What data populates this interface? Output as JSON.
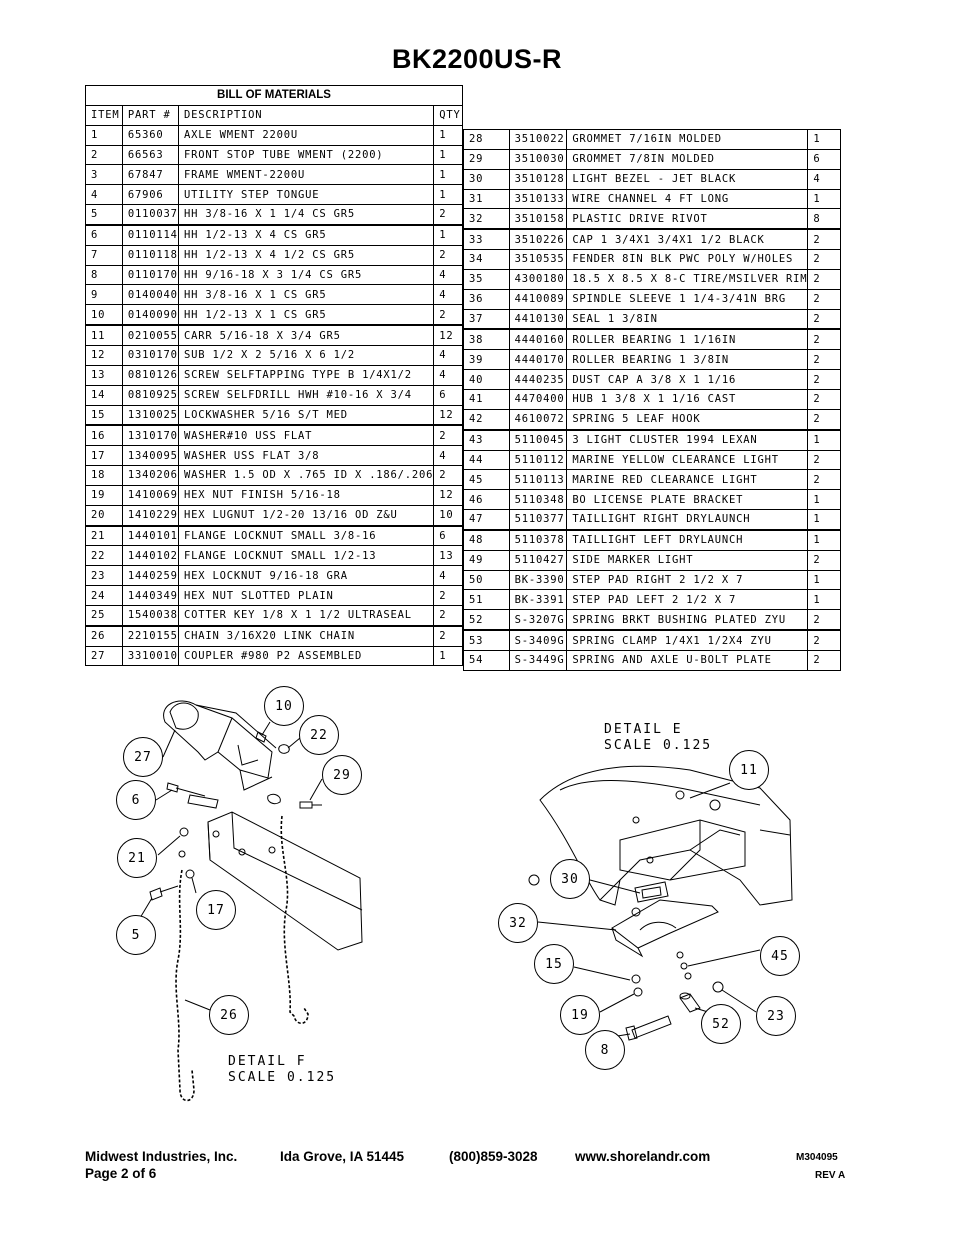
{
  "title": "BK2200US-R",
  "bom": {
    "heading": "BILL OF MATERIALS",
    "columns": [
      "ITEM",
      "PART #",
      "DESCRIPTION",
      "QTY"
    ],
    "left_rows": [
      [
        "1",
        "65360",
        "AXLE WMENT 2200U",
        "1"
      ],
      [
        "2",
        "66563",
        "FRONT STOP TUBE WMENT (2200)",
        "1"
      ],
      [
        "3",
        "67847",
        "FRAME WMENT-2200U",
        "1"
      ],
      [
        "4",
        "67906",
        "UTILITY STEP TONGUE",
        "1"
      ],
      [
        "5",
        "0110037",
        "HH 3/8-16 X 1 1/4 CS GR5",
        "2"
      ],
      [
        "6",
        "0110114",
        "HH 1/2-13 X 4 CS GR5",
        "1"
      ],
      [
        "7",
        "0110118",
        "HH 1/2-13 X 4 1/2 CS GR5",
        "2"
      ],
      [
        "8",
        "0110170",
        "HH 9/16-18 X 3 1/4 CS GR5",
        "4"
      ],
      [
        "9",
        "0140040",
        "HH 3/8-16 X 1 CS GR5",
        "4"
      ],
      [
        "10",
        "0140090",
        "HH 1/2-13 X 1 CS GR5",
        "2"
      ],
      [
        "11",
        "0210055",
        "CARR 5/16-18 X 3/4 GR5",
        "12"
      ],
      [
        "12",
        "0310170",
        "SUB 1/2 X 2 5/16 X 6 1/2",
        "4"
      ],
      [
        "13",
        "0810126",
        "SCREW SELFTAPPING TYPE B 1/4X1/2",
        "4"
      ],
      [
        "14",
        "0810925",
        "SCREW SELFDRILL HWH #10-16 X 3/4",
        "6"
      ],
      [
        "15",
        "1310025",
        "LOCKWASHER 5/16 S/T MED",
        "12"
      ],
      [
        "16",
        "1310170",
        "WASHER#10 USS FLAT",
        "2"
      ],
      [
        "17",
        "1340095",
        "WASHER USS FLAT 3/8",
        "4"
      ],
      [
        "18",
        "1340206",
        "WASHER 1.5 OD X .765 ID X .186/.206",
        "2"
      ],
      [
        "19",
        "1410069",
        "HEX NUT FINISH 5/16-18",
        "12"
      ],
      [
        "20",
        "1410229",
        "HEX LUGNUT 1/2-20 13/16 OD Z&U",
        "10"
      ],
      [
        "21",
        "1440101",
        "FLANGE LOCKNUT SMALL 3/8-16",
        "6"
      ],
      [
        "22",
        "1440102",
        "FLANGE LOCKNUT SMALL 1/2-13",
        "13"
      ],
      [
        "23",
        "1440259",
        "HEX LOCKNUT 9/16-18 GRA",
        "4"
      ],
      [
        "24",
        "1440349",
        "HEX NUT SLOTTED PLAIN",
        "2"
      ],
      [
        "25",
        "1540038",
        "COTTER KEY 1/8 X 1 1/2 ULTRASEAL",
        "2"
      ],
      [
        "26",
        "2210155",
        "CHAIN 3/16X20 LINK CHAIN",
        "2"
      ],
      [
        "27",
        "3310010",
        "COUPLER #980 P2 ASSEMBLED",
        "1"
      ]
    ],
    "right_rows": [
      [
        "28",
        "3510022",
        "GROMMET  7/16IN MOLDED",
        "1"
      ],
      [
        "29",
        "3510030",
        "GROMMET  7/8IN MOLDED",
        "6"
      ],
      [
        "30",
        "3510128",
        "LIGHT BEZEL - JET BLACK",
        "4"
      ],
      [
        "31",
        "3510133",
        "WIRE CHANNEL 4 FT LONG",
        "1"
      ],
      [
        "32",
        "3510158",
        "PLASTIC DRIVE RIVOT",
        "8"
      ],
      [
        "33",
        "3510226",
        "CAP 1 3/4X1 3/4X1 1/2 BLACK",
        "2"
      ],
      [
        "34",
        "3510535",
        "FENDER  8IN BLK PWC POLY W/HOLES",
        "2"
      ],
      [
        "35",
        "4300180",
        "18.5 X 8.5 X 8-C TIRE/MSILVER RIM",
        "2"
      ],
      [
        "36",
        "4410089",
        "SPINDLE SLEEVE  1 1/4-3/41N BRG",
        "2"
      ],
      [
        "37",
        "4410130",
        "SEAL  1 3/8IN",
        "2"
      ],
      [
        "38",
        "4440160",
        "ROLLER BEARING   1 1/16IN",
        "2"
      ],
      [
        "39",
        "4440170",
        "ROLLER BEARING   1 3/8IN",
        "2"
      ],
      [
        "40",
        "4440235",
        "DUST CAP A 3/8 X 1 1/16",
        "2"
      ],
      [
        "41",
        "4470400",
        "HUB   1 3/8 X 1 1/16 CAST",
        "2"
      ],
      [
        "42",
        "4610072",
        "SPRING  5 LEAF HOOK",
        "2"
      ],
      [
        "43",
        "5110045",
        "3 LIGHT CLUSTER  1994  LEXAN",
        "1"
      ],
      [
        "44",
        "5110112",
        "MARINE YELLOW CLEARANCE LIGHT",
        "2"
      ],
      [
        "45",
        "5110113",
        "MARINE RED CLEARANCE LIGHT",
        "2"
      ],
      [
        "46",
        "5110348",
        "BO LICENSE PLATE BRACKET",
        "1"
      ],
      [
        "47",
        "5110377",
        "TAILLIGHT   RIGHT   DRYLAUNCH",
        "1"
      ],
      [
        "48",
        "5110378",
        "TAILLIGHT   LEFT   DRYLAUNCH",
        "1"
      ],
      [
        "49",
        "5110427",
        "SIDE MARKER LIGHT",
        "2"
      ],
      [
        "50",
        "BK-3390",
        "STEP PAD  RIGHT  2 1/2 X  7",
        "1"
      ],
      [
        "51",
        "BK-3391",
        "STEP PAD  LEFT  2 1/2 X  7",
        "1"
      ],
      [
        "52",
        "S-3207G",
        "SPRING BRKT BUSHING PLATED ZYU",
        "2"
      ],
      [
        "53",
        "S-3409G",
        "SPRING CLAMP   1/4X1 1/2X4  ZYU",
        "2"
      ],
      [
        "54",
        "S-3449G",
        "SPRING AND AXLE U-BOLT PLATE",
        "2"
      ]
    ]
  },
  "detail_f": {
    "line1": "DETAIL  F",
    "line2": "SCALE  0.125",
    "callouts": [
      "10",
      "22",
      "27",
      "29",
      "6",
      "21",
      "17",
      "5",
      "26"
    ]
  },
  "detail_e": {
    "line1": "DETAIL  E",
    "line2": "SCALE  0.125",
    "callouts": [
      "11",
      "30",
      "32",
      "15",
      "45",
      "19",
      "23",
      "52",
      "8"
    ]
  },
  "footer": {
    "company": "Midwest Industries, Inc.",
    "city": "Ida Grove, IA  51445",
    "phone": "(800)859-3028",
    "website": "www.shorelandr.com",
    "doc_number": "M304095",
    "page": "Page 2 of 6",
    "rev": "REV A"
  }
}
